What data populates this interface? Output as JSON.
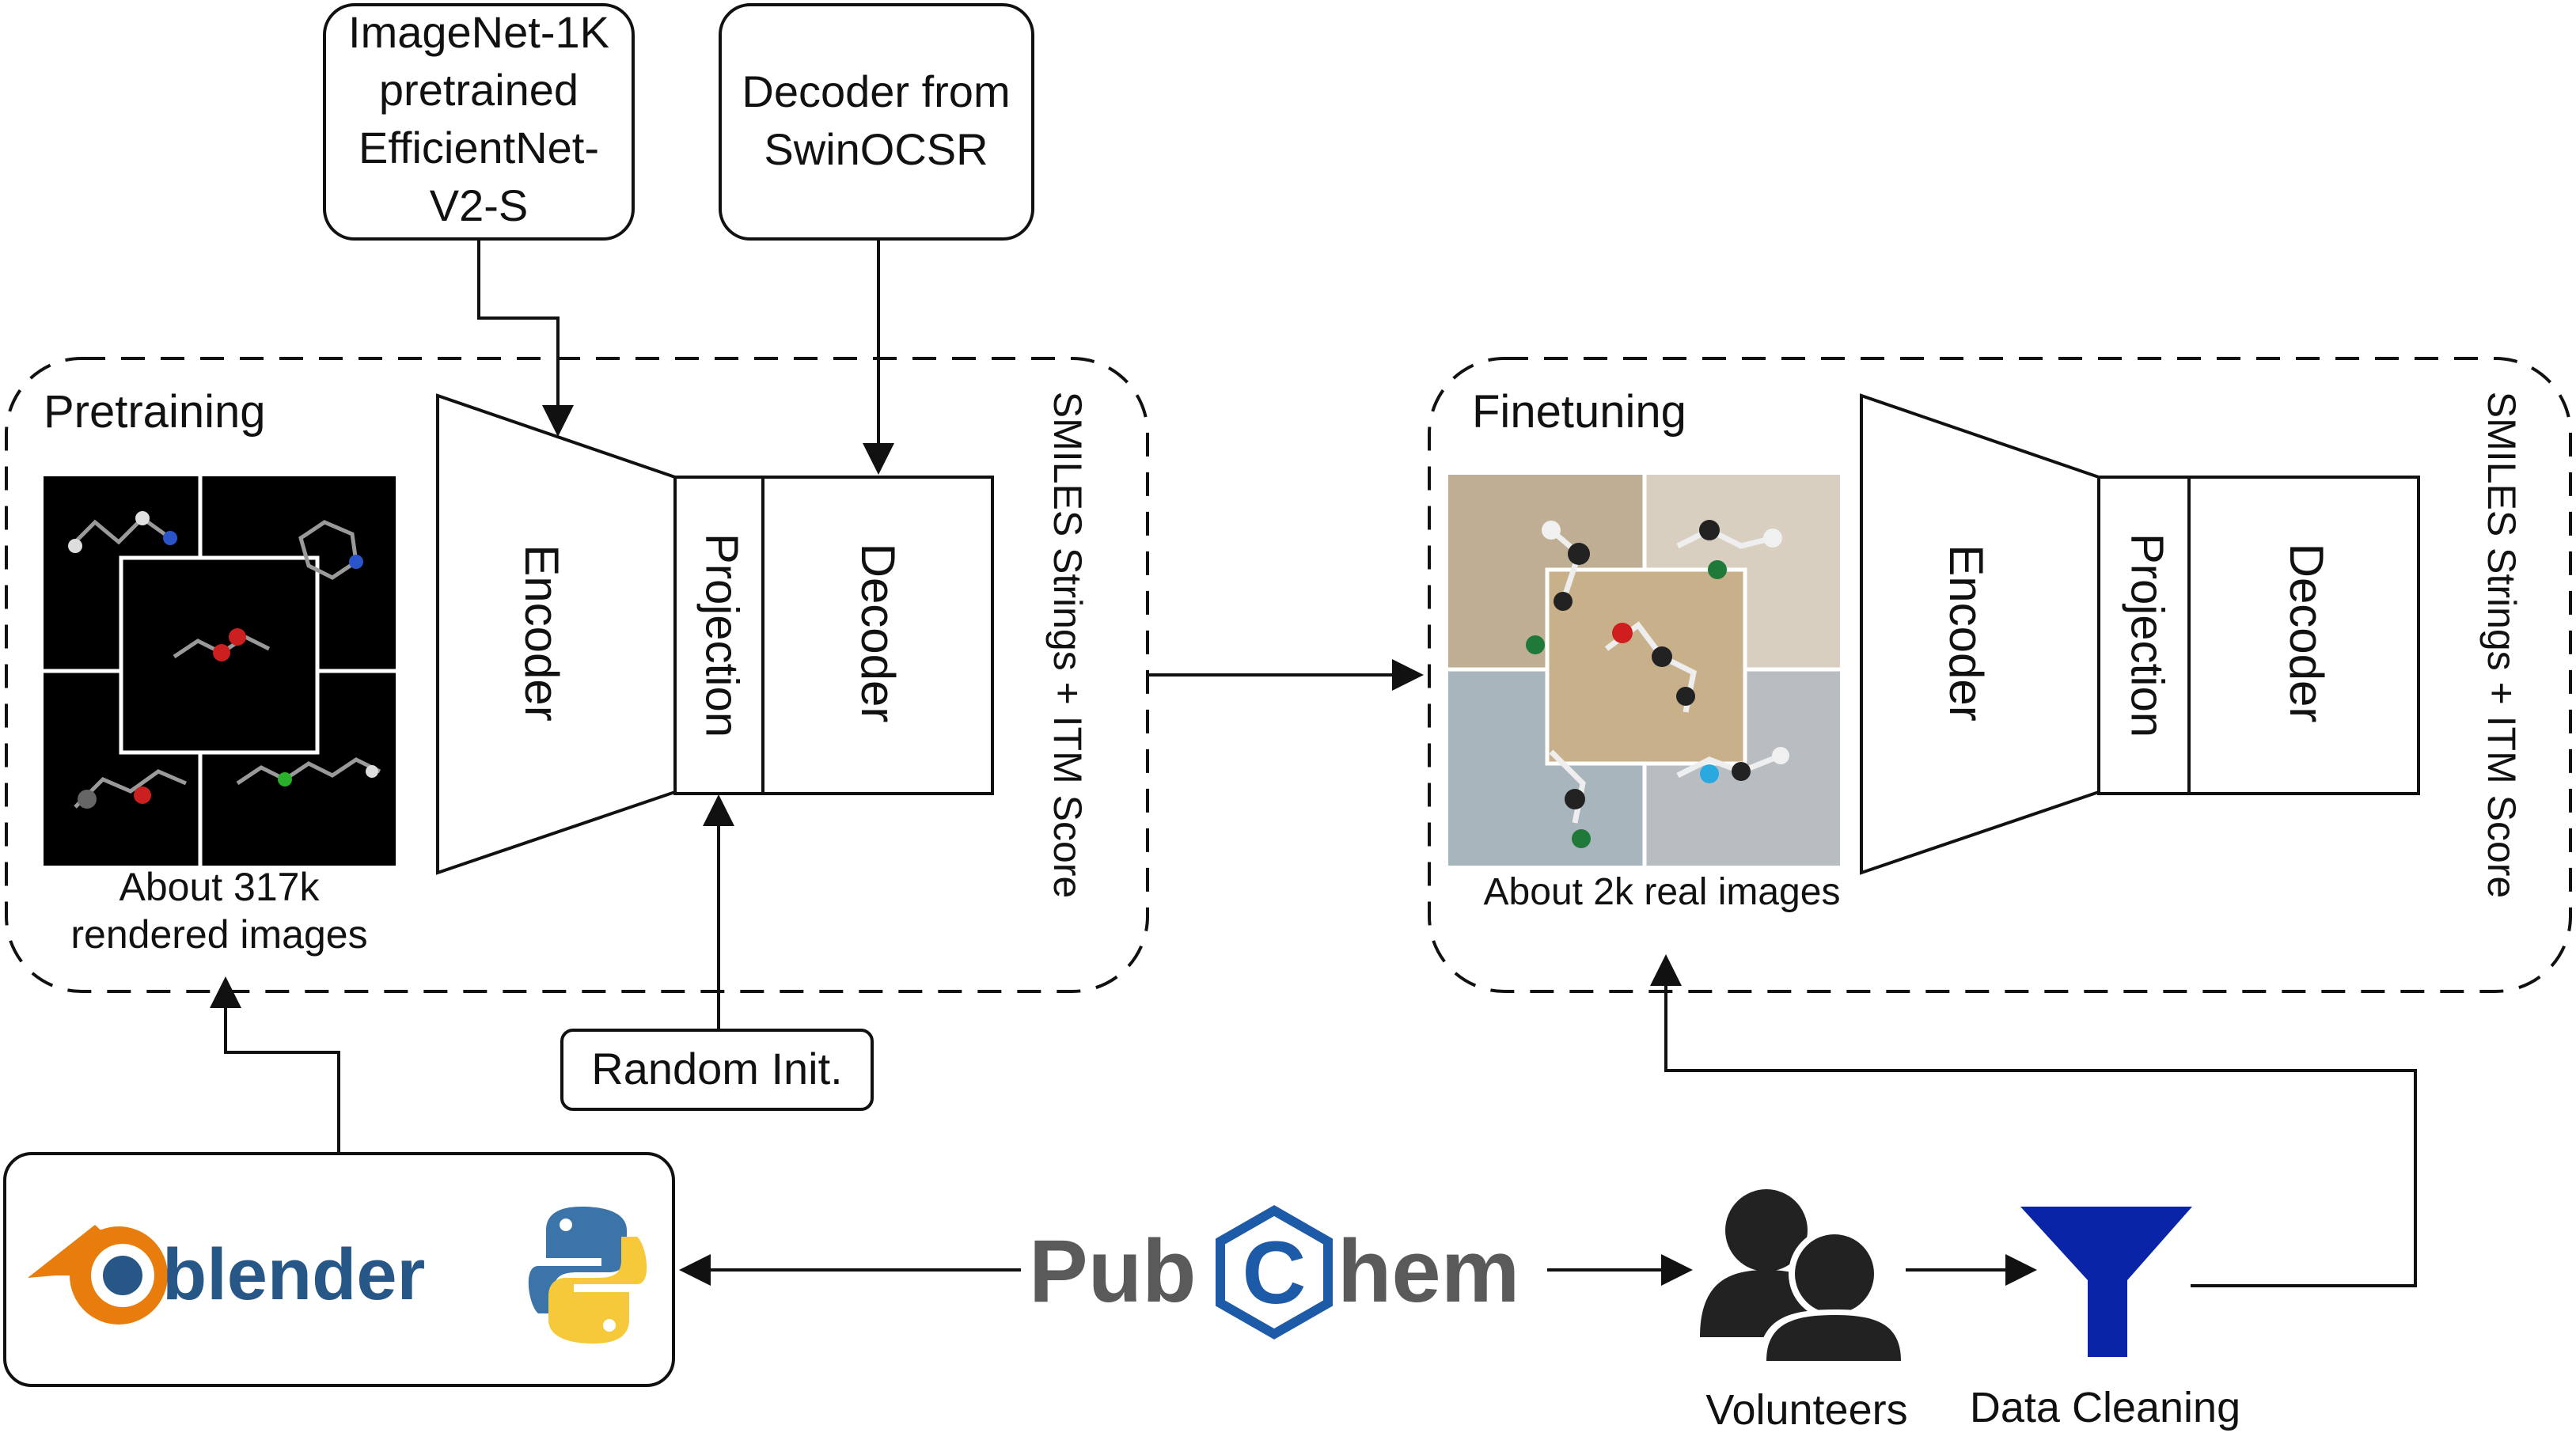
{
  "inputs": {
    "imagenet_lines": [
      "ImageNet-1K",
      "pretrained",
      "EfficientNet-",
      "V2-S"
    ],
    "decoder_source_lines": [
      "Decoder from",
      "SwinOCSR"
    ]
  },
  "pretraining": {
    "title": "Pretraining",
    "encoder_label": "Encoder",
    "projection_label": "Projection",
    "decoder_label": "Decoder",
    "output_label": "SMILES Strings + ITM Score",
    "caption_lines": [
      "About 317k",
      "rendered images"
    ],
    "random_init_label": "Random Init."
  },
  "finetuning": {
    "title": "Finetuning",
    "encoder_label": "Encoder",
    "projection_label": "Projection",
    "decoder_label": "Decoder",
    "output_label": "SMILES Strings + ITM Score",
    "caption": "About 2k real images"
  },
  "tools": {
    "blender_wordmark": "blender",
    "python_logo": "python-logo"
  },
  "pubchem": {
    "pub": "Pub",
    "c": "C",
    "hem": "hem"
  },
  "people": {
    "volunteers_label": "Volunteers",
    "data_cleaning_label": "Data Cleaning"
  },
  "colors": {
    "line": "#111111",
    "blender_orange": "#e87d0d",
    "blender_blue": "#265787",
    "pubchem_gray": "#5a5a5a",
    "pubchem_blue": "#1d5aa8",
    "filter_blue": "#0a24a8",
    "python_blue": "#3a74a8",
    "python_yellow": "#f5c93a"
  }
}
